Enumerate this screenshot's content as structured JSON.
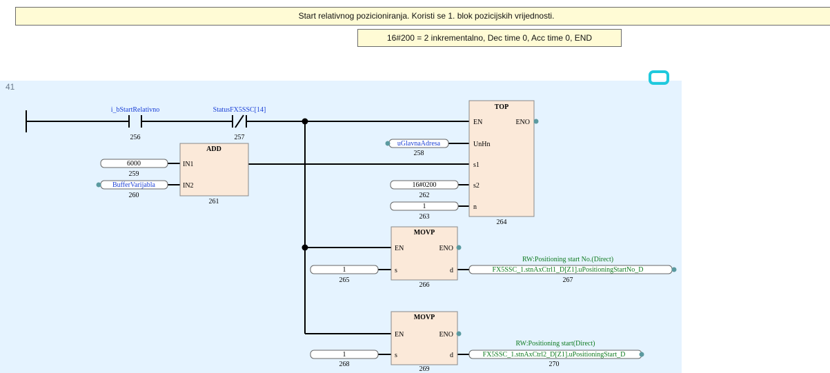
{
  "comments": {
    "top": "Start relativnog pozicioniranja. Koristi se 1. blok pozicijskih vrijednosti.",
    "sub": "16#200 = 2 inkrementalno, Dec time 0, Acc time 0, END"
  },
  "rung": {
    "number": "41"
  },
  "contacts": [
    {
      "label": "i_bStartRelativno",
      "id": "256"
    },
    {
      "label": "StatusFX5SSC[14]",
      "id": "257"
    }
  ],
  "add_block": {
    "title": "ADD",
    "id": "261",
    "in1": "IN1",
    "in2": "IN2",
    "in1_value": "6000",
    "in1_id": "259",
    "in2_value": "BufferVarijabla",
    "in2_id": "260"
  },
  "top_block": {
    "title": "TOP",
    "id": "264",
    "en": "EN",
    "eno": "ENO",
    "unhn": "UnHn",
    "s1": "s1",
    "s2": "s2",
    "n": "n",
    "unhn_value": "uGlavnaAdresa",
    "unhn_id": "258",
    "s2_value": "16#0200",
    "s2_id": "262",
    "n_value": "1",
    "n_id": "263"
  },
  "movp1": {
    "title": "MOVP",
    "id": "266",
    "en": "EN",
    "eno": "ENO",
    "s": "s",
    "d": "d",
    "s_value": "1",
    "s_id": "265",
    "d_comment": "RW:Positioning start No.(Direct)",
    "d_value": "FX5SSC_1.stnAxCtrl1_D[Z1].uPositioningStartNo_D",
    "d_id": "267"
  },
  "movp2": {
    "title": "MOVP",
    "id": "269",
    "en": "EN",
    "eno": "ENO",
    "s": "s",
    "d": "d",
    "s_value": "1",
    "s_id": "268",
    "d_comment": "RW:Positioning start(Direct)",
    "d_value": "FX5SSC_1.stnAxCtrl2_D[Z1].uPositioningStart_D",
    "d_id": "270"
  },
  "colors": {
    "rung_bg": "#e5f3ff",
    "block_fill": "#fbe9d9",
    "variable_text": "#1a3fd6",
    "comment_text": "#0d7a1f",
    "pin_dot": "#5b9aa0",
    "cursor": "#1fc9dd"
  }
}
